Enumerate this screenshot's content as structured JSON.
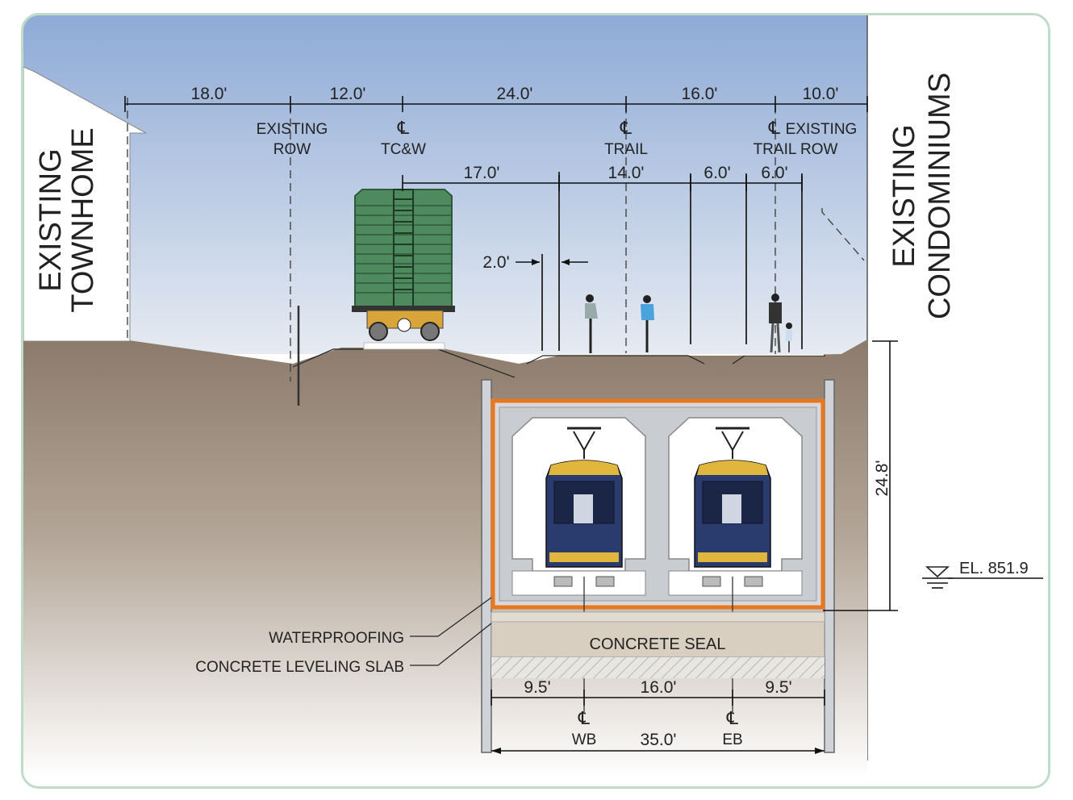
{
  "top_dimensions": [
    "18.0'",
    "12.0'",
    "24.0'",
    "16.0'",
    "10.0'"
  ],
  "top_labels": {
    "existing_row_left": [
      "EXISTING",
      "ROW"
    ],
    "tcw": [
      "℄",
      "TC&W"
    ],
    "trail": [
      "℄",
      "TRAIL"
    ],
    "trail_cl": "℄",
    "existing_row_right": [
      "EXISTING",
      "TRAIL ROW"
    ]
  },
  "mid_dimensions": [
    "17.0'",
    "14.0'",
    "6.0'",
    "6.0'"
  ],
  "offset_dimension": "2.0'",
  "buildings": {
    "left": [
      "EXISTING",
      "TOWNHOME"
    ],
    "right": [
      "EXISTING",
      "CONDOMINIUMS"
    ]
  },
  "depth_dimension": "24.8'",
  "elevation": "EL. 851.9",
  "callouts": {
    "waterproofing": "WATERPROOFING",
    "leveling_slab": "CONCRETE LEVELING SLAB"
  },
  "concrete_seal": "CONCRETE SEAL",
  "bottom_dimensions": [
    "9.5'",
    "16.0'",
    "9.5'"
  ],
  "bottom_labels": {
    "wb": [
      "℄",
      "WB"
    ],
    "eb": [
      "℄",
      "EB"
    ]
  },
  "total_width": "35.0'",
  "colors": {
    "sky_top": "#8eaad6",
    "sky_bottom": "#e6ebf2",
    "ground": "#8c7b6b",
    "box_orange": "#e8781e",
    "boxcar_green": "#4f8a5e",
    "train_blue": "#2a3c6e",
    "train_yellow": "#e0b63c"
  }
}
